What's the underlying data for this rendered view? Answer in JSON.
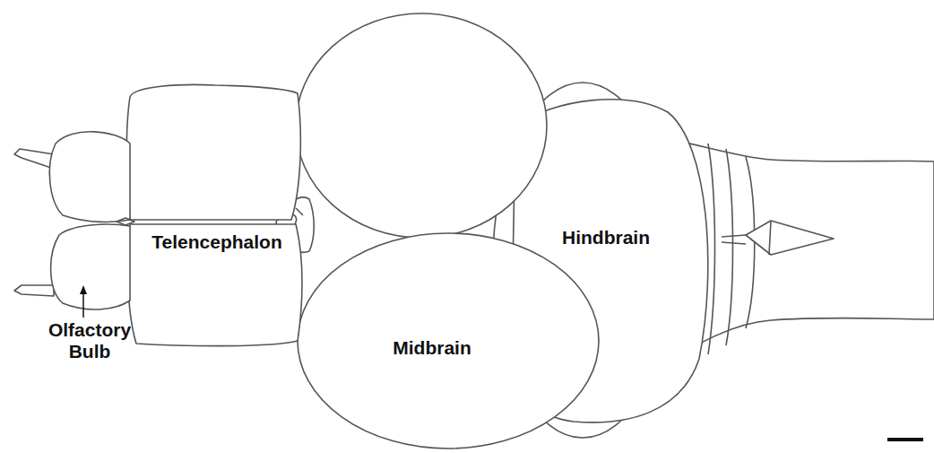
{
  "diagram": {
    "labels": [
      "Olfactory Bulb",
      "Telencephalon",
      "Midbrain",
      "Hindbrain"
    ]
  }
}
